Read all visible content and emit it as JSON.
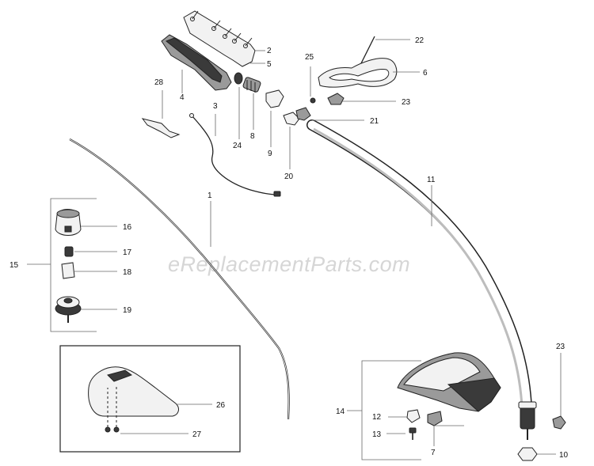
{
  "watermark": "eReplacementParts.com",
  "callouts": {
    "c1": "1",
    "c2": "2",
    "c3": "3",
    "c4": "4",
    "c5": "5",
    "c6": "6",
    "c7": "7",
    "c8": "8",
    "c9": "9",
    "c10": "10",
    "c11": "11",
    "c12": "12",
    "c13": "13",
    "c14": "14",
    "c15": "15",
    "c16": "16",
    "c17": "17",
    "c18": "18",
    "c19": "19",
    "c20": "20",
    "c21": "21",
    "c22": "22",
    "c23a": "23",
    "c23b": "23",
    "c24": "24",
    "c25": "25",
    "c26": "26",
    "c27": "27",
    "c28": "28"
  }
}
